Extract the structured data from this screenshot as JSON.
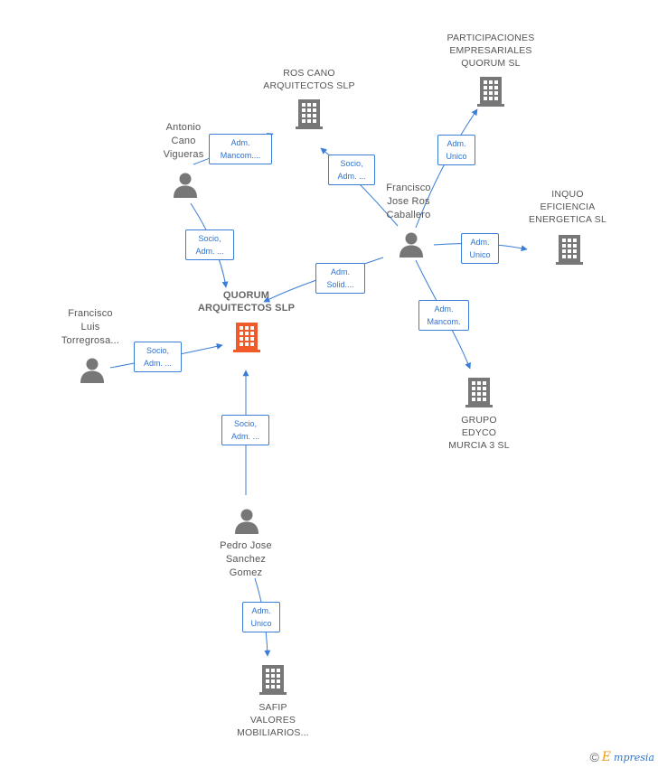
{
  "colors": {
    "edge": "#3a7dd6",
    "node": "#777777",
    "main_node": "#f05a28"
  },
  "nodes": {
    "main": {
      "lines": [
        "QUORUM",
        "ARQUITECTOS SLP"
      ]
    },
    "ros_cano": {
      "lines": [
        "ROS CANO",
        "ARQUITECTOS SLP"
      ]
    },
    "participaciones": {
      "lines": [
        "PARTICIPACIONES",
        "EMPRESARIALES",
        "QUORUM  SL"
      ]
    },
    "inquo": {
      "lines": [
        "INQUO",
        "EFICIENCIA",
        "ENERGETICA SL"
      ]
    },
    "grupo_edyco": {
      "lines": [
        "GRUPO",
        "EDYCO",
        "MURCIA 3  SL"
      ]
    },
    "safip": {
      "lines": [
        "SAFIP",
        "VALORES",
        "MOBILIARIOS..."
      ]
    },
    "antonio": {
      "lines": [
        "Antonio",
        "Cano",
        "Vigueras"
      ]
    },
    "francisco_ros": {
      "lines": [
        "Francisco",
        "Jose Ros",
        "Caballero"
      ]
    },
    "francisco_luis": {
      "lines": [
        "Francisco",
        "Luis",
        "Torregrosa..."
      ]
    },
    "pedro": {
      "lines": [
        "Pedro Jose",
        "Sanchez",
        "Gomez"
      ]
    }
  },
  "edge_labels": {
    "antonio_ros": [
      "Adm.",
      "Mancom...."
    ],
    "antonio_main": [
      "Socio,",
      "Adm. ..."
    ],
    "fros_roscano": [
      "Socio,",
      "Adm. ..."
    ],
    "fros_part": [
      "Adm.",
      "Unico"
    ],
    "fros_inquo": [
      "Adm.",
      "Unico"
    ],
    "fros_main": [
      "Adm.",
      "Solid...."
    ],
    "fros_grupo": [
      "Adm.",
      "Mancom."
    ],
    "fluis_main": [
      "Socio,",
      "Adm. ..."
    ],
    "pedro_main": [
      "Socio,",
      "Adm. ..."
    ],
    "pedro_safip": [
      "Adm.",
      "Unico"
    ]
  },
  "brand": {
    "symbol": "©",
    "initial": "E",
    "rest": "mpresia"
  }
}
